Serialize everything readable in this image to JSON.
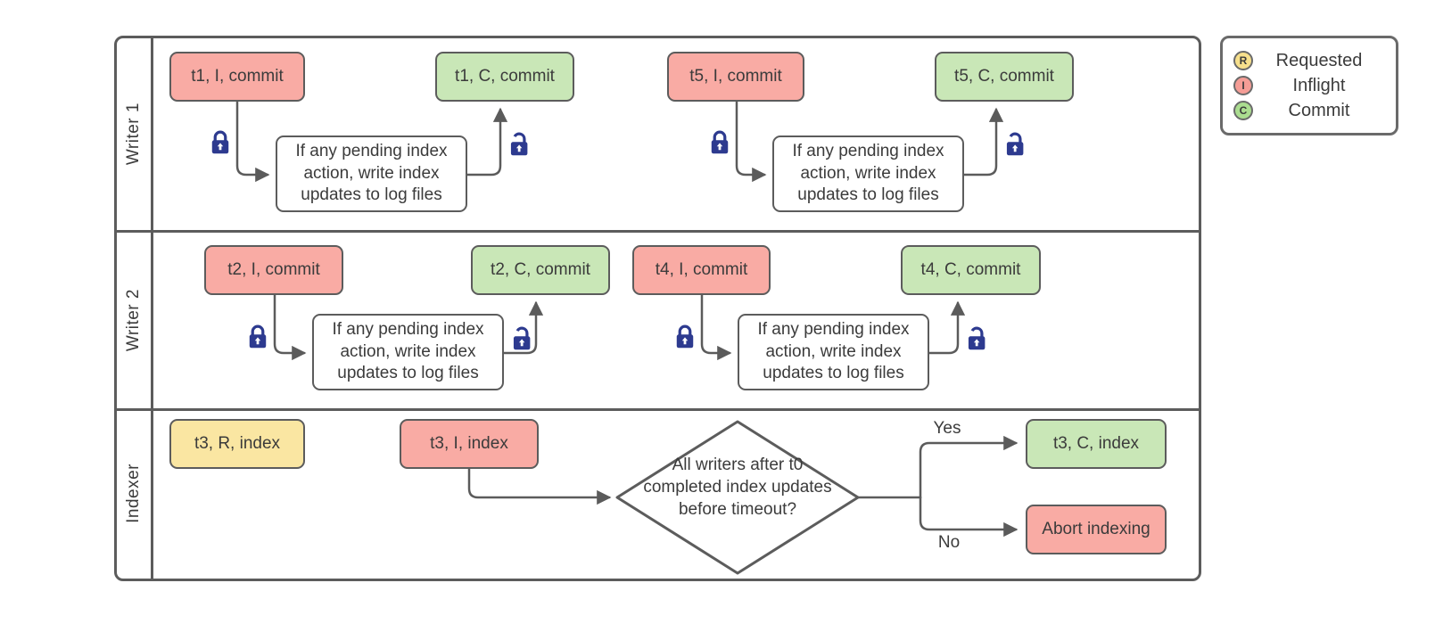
{
  "diagram": {
    "lanes": [
      {
        "label": "Writer 1"
      },
      {
        "label": "Writer 2"
      },
      {
        "label": "Indexer"
      }
    ],
    "nodes": {
      "t1_inflight": "t1, I, commit",
      "t1_commit": "t1, C, commit",
      "t5_inflight": "t5, I, commit",
      "t5_commit": "t5, C, commit",
      "t2_inflight": "t2, I, commit",
      "t2_commit": "t2, C, commit",
      "t4_inflight": "t4, I, commit",
      "t4_commit": "t4, C, commit",
      "t3_requested": "t3, R, index",
      "t3_inflight": "t3, I, index",
      "t3_commit": "t3, C, index",
      "abort": "Abort indexing",
      "process": "If any pending index action, write index updates to log files",
      "decision": "All writers after t0 completed index updates before timeout?"
    },
    "edge_labels": {
      "yes": "Yes",
      "no": "No"
    }
  },
  "legend": {
    "items": [
      {
        "letter": "R",
        "label": "Requested",
        "color": "#f7e08c"
      },
      {
        "letter": "I",
        "label": "Inflight",
        "color": "#f59d96"
      },
      {
        "letter": "C",
        "label": "Commit",
        "color": "#abdd90"
      }
    ]
  },
  "colors": {
    "requested_fill": "#fae6a2",
    "inflight_fill": "#f9aba4",
    "commit_fill": "#c9e7b7",
    "node_border": "#5c5c5c",
    "connector": "#5b5b5b",
    "lock_blue": "#2d3a8f"
  }
}
